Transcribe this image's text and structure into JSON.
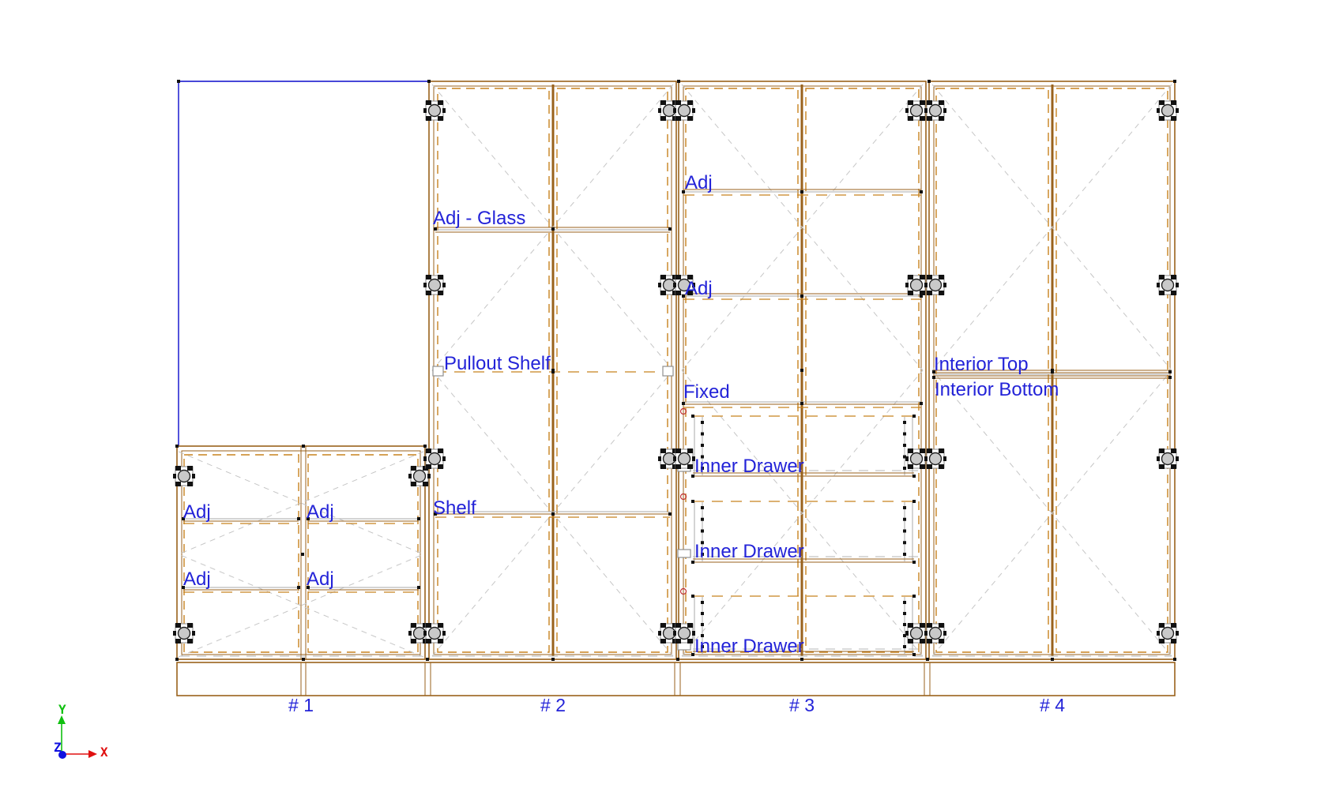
{
  "labels": {
    "adj": "Adj",
    "adj_glass": "Adj - Glass",
    "pullout_shelf": "Pullout Shelf",
    "shelf": "Shelf",
    "fixed": "Fixed",
    "inner_drawer": "Inner Drawer",
    "interior_top": "Interior Top",
    "interior_bottom": "Interior Bottom"
  },
  "cabinets": [
    {
      "number": "# 1"
    },
    {
      "number": "# 2"
    },
    {
      "number": "# 3"
    },
    {
      "number": "# 4"
    }
  ],
  "axis": {
    "x": "X",
    "y": "Y",
    "z": "Z"
  },
  "colors": {
    "annotation_blue": "#2323d8",
    "cabinet_brown": "#99621c",
    "door_dash_orange": "#c8821e",
    "hidden_line_gray": "#b5b5b5",
    "void_outline_blue": "#0a0acc",
    "axis_x_red": "#e01010",
    "axis_y_green": "#10c010",
    "axis_z_blue": "#1010e0",
    "drawer_marker_red": "#c03030",
    "background": "#ffffff"
  }
}
